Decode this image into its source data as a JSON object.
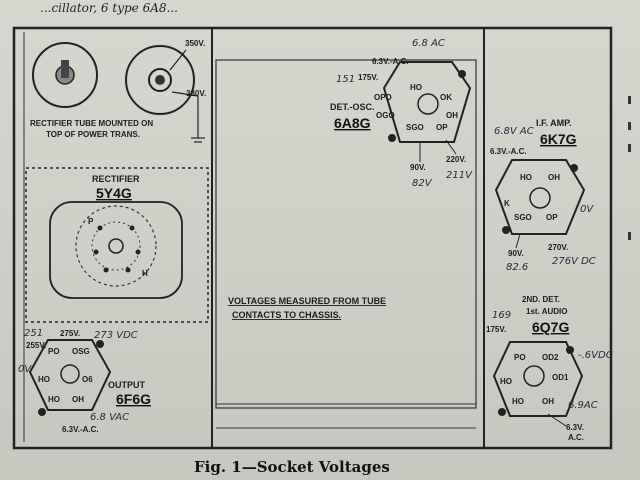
{
  "header_text": "...cillator, 6 type 6A8...",
  "caption": "Fig. 1—Socket Voltages",
  "note": {
    "line1": "VOLTAGES MEASURED FROM TUBE",
    "line2": "CONTACTS TO CHASSIS."
  },
  "rectifier_top": {
    "label_line1": "RECTIFIER TUBE MOUNTED ON",
    "label_line2": "TOP OF POWER TRANS.",
    "v_350": "350V.",
    "v_330": "330V."
  },
  "rectifier": {
    "title": "RECTIFIER",
    "tube": "5Y4G",
    "pin_p": "P",
    "pin_h": "H"
  },
  "output": {
    "title": "OUTPUT",
    "tube": "6F6G",
    "v_255": "255V.",
    "v_275": "275V.",
    "v_heater": "6.3V.-A.C.",
    "pins": [
      "PO",
      "OSG",
      "HO",
      "O6",
      "HO",
      "OH"
    ],
    "hand_251": "251",
    "hand_273": "273 VDC",
    "hand_0v": "0V",
    "hand_68": "6.8 VAC"
  },
  "det_osc": {
    "title": "DET.-OSC.",
    "tube": "6A8G",
    "v_heater": "6.3V.-A.C.",
    "v_175": "175V.",
    "v_90": "90V.",
    "v_220": "220V.",
    "pins": [
      "HO",
      "OPO",
      "OK",
      "OGO",
      "OH",
      "SGO",
      "OP"
    ],
    "hand_68ac": "6.8 AC",
    "hand_151": "151",
    "hand_82": "82V",
    "hand_211": "211V"
  },
  "if_amp": {
    "title": "I.F. AMP.",
    "tube": "6K7G",
    "v_heater": "6.3V.-A.C.",
    "v_90": "90V.",
    "v_270": "270V.",
    "pins": [
      "HO",
      "OH",
      "K",
      "SGO",
      "OP"
    ],
    "hand_68ac": "6.8V AC",
    "hand_0v": "0V",
    "hand_826": "82.6",
    "hand_276": "276V DC"
  },
  "second_det": {
    "title_line1": "2ND. DET.",
    "title_line2": "1st. AUDIO",
    "tube": "6Q7G",
    "v_175": "175V.",
    "v_heater": "6.3V.",
    "v_ac": "A.C.",
    "pins": [
      "PO",
      "OD2",
      "HO",
      "OD1",
      "HO",
      "OH"
    ],
    "hand_169": "169",
    "hand_6vdc": "-.6VDC",
    "hand_69": "6.9AC"
  }
}
